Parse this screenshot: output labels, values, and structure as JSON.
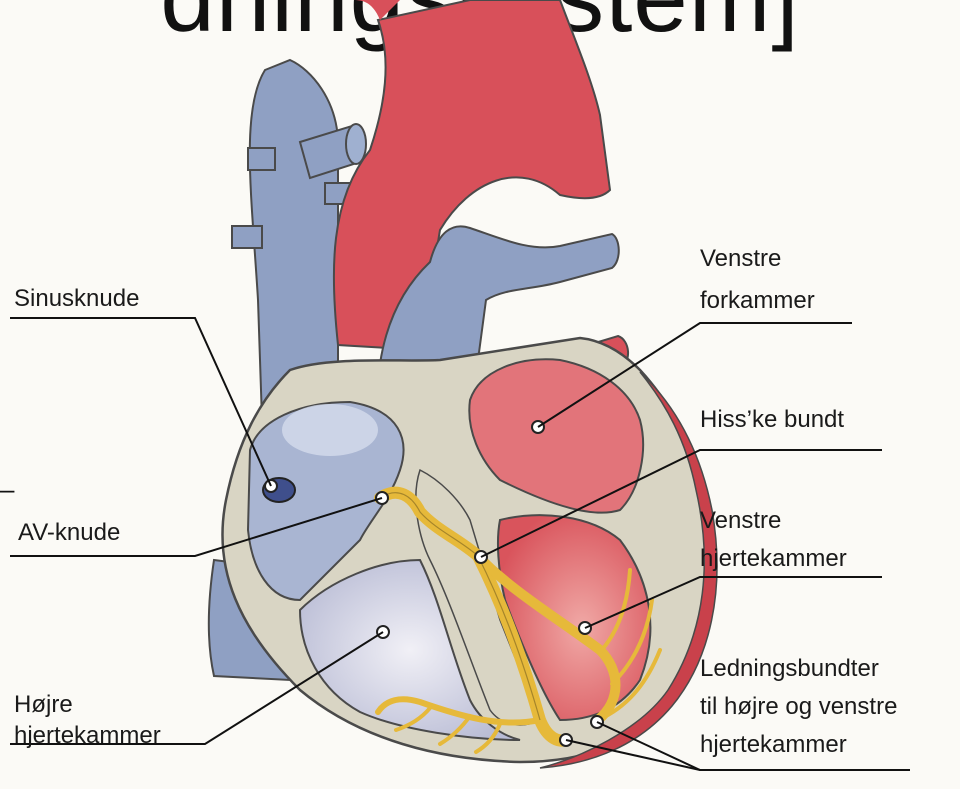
{
  "title": "dningssystem]",
  "labels": {
    "sinusknude": "Sinusknude",
    "av_knude": "AV-knude",
    "hojre_line1": "Højre",
    "hojre_line2": "hjertekammer",
    "venstre_forkammer_line1": "Venstre",
    "venstre_forkammer_line2": "forkammer",
    "hiss_bundt": "Hiss’ke bundt",
    "venstre_hjertekammer_line1": "Venstre",
    "venstre_hjertekammer_line2": "hjertekammer",
    "ledning_line1": "Ledningsbundter",
    "ledning_line2": "til højre og venstre",
    "ledning_line3": "hjertekammer"
  },
  "side_mark": "–",
  "colors": {
    "aorta_red": "#d8505a",
    "vena_blue": "#8fa0c3",
    "wall_beige": "#d9d5c4",
    "wall_outline": "#4a4a4a",
    "conduction_yellow": "#e6b93a",
    "right_chamber": "#dcdbe8",
    "left_chamber": "#e2747a",
    "background": "#fbfaf6"
  }
}
